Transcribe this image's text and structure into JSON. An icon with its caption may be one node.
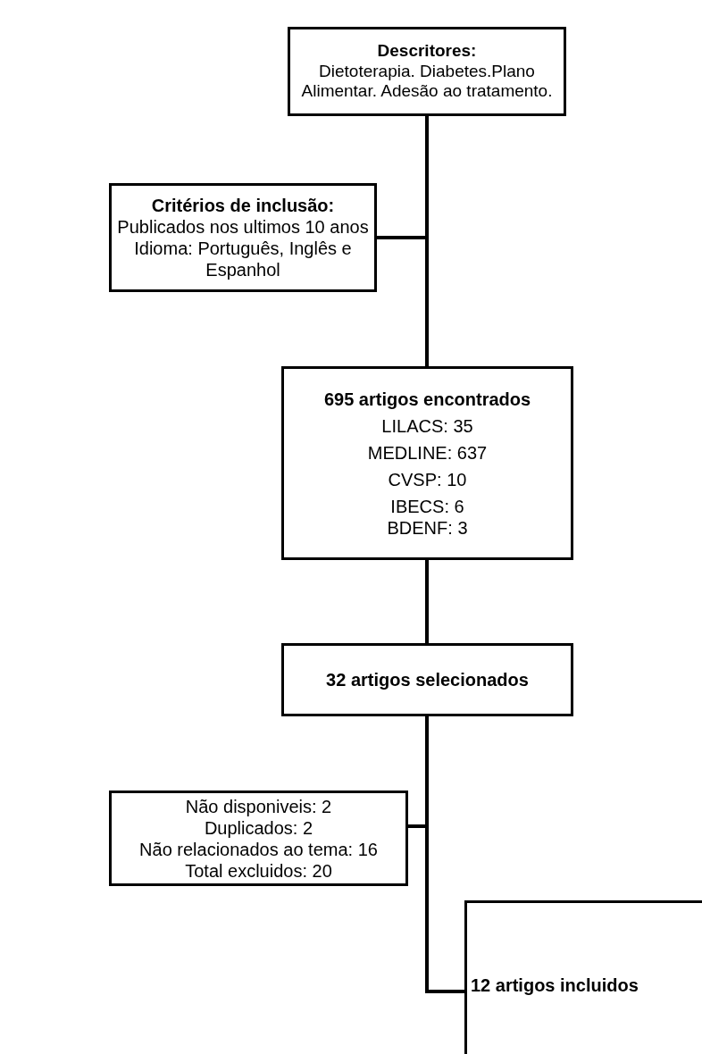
{
  "diagram": {
    "nodes": [
      {
        "text": [
          "Descritores:",
          "Dietoterapia. Diabetes.Plano Alimentar. Adesão ao tratamento."
        ]
      },
      {
        "text": [
          "Critérios de inclusão:",
          "Publicados nos ultimos 10 anos Idioma: Português, Inglês e Espanhol"
        ]
      },
      {
        "text": [
          "695 artigos encontrados",
          "LILACS: 35",
          "MEDLINE: 637",
          "CVSP: 10",
          "IBECS: 6",
          "BDENF: 3"
        ]
      },
      {
        "text": [
          "32 artigos selecionados"
        ]
      },
      {
        "text": [
          "Não disponiveis: 2",
          "Duplicados: 2",
          "Não relacionados ao tema: 16",
          "Total excluidos: 20"
        ]
      },
      {
        "text": [
          "12 artigos incluidos"
        ]
      }
    ],
    "edges": [
      {
        "from": 0,
        "to": 2,
        "arrow": "none"
      },
      {
        "from": 1,
        "to": 2,
        "arrow": "none"
      },
      {
        "from": 2,
        "to": 3,
        "arrow": "none"
      },
      {
        "from": 3,
        "to": 4,
        "arrow": "none"
      },
      {
        "from": 3,
        "to": 5,
        "arrow": "none"
      }
    ]
  }
}
